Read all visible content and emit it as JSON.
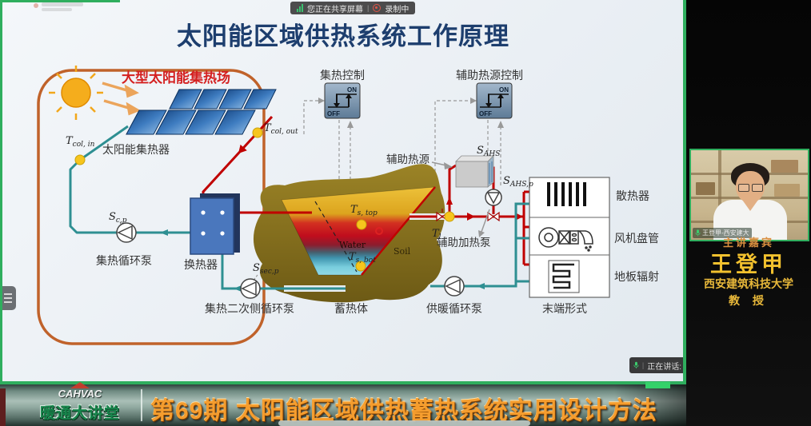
{
  "screen_share": {
    "status_sharing": "您正在共享屏幕",
    "status_recording": "录制中",
    "speaking_indicator": "正在讲话:",
    "divider": "|"
  },
  "slide": {
    "title": "太阳能区域供热系统工作原理",
    "diagram": {
      "solar_field": "大型太阳能集热场",
      "collector": "太阳能集热器",
      "collector_control": "集热控制",
      "aux_control": "辅助热源控制",
      "aux_source": "辅助热源",
      "heat_exchanger": "换热器",
      "collector_pump": "集热循环泵",
      "secondary_pump": "集热二次侧循环泵",
      "storage": "蓄热体",
      "supply_pump": "供暖循环泵",
      "aux_pump": "辅助加热泵",
      "end_forms": "末端形式",
      "radiator": "散热器",
      "fan_coil": "风机盘管",
      "floor_radiant": "地板辐射",
      "water": "Water",
      "soil": "Soil",
      "on": "ON",
      "off": "OFF",
      "sensors": {
        "t_col_in": {
          "main": "T",
          "sub": "col, in"
        },
        "t_col_out": {
          "main": "T",
          "sub": "col, out"
        },
        "t_s_top": {
          "main": "T",
          "sub": "s, top"
        },
        "t_s_bot": {
          "main": "T",
          "sub": "s, bot"
        },
        "t_l": {
          "main": "T",
          "sub": "l"
        },
        "s_cp": {
          "main": "S",
          "sub": "c,p"
        },
        "s_secp": {
          "main": "S",
          "sub": "sec,p"
        },
        "s_ahs": {
          "main": "S",
          "sub": "AHS"
        },
        "s_ahsp": {
          "main": "S",
          "sub": "AHS,p"
        }
      }
    }
  },
  "presenter": {
    "role": "主讲嘉宾",
    "name": "王登甲",
    "affiliation": "西安建筑科技大学",
    "job_title": "教 授",
    "video_name_tag": "王登甲-西安建大"
  },
  "banner": {
    "logo_main": "CAHVAC",
    "logo_sub": "暖通大讲堂",
    "session": "第69期 太阳能区域供热蓄热系统实用设计方法"
  },
  "colors": {
    "title": "#1d3e6e",
    "hot_pipe": "#c00000",
    "cold_pipe": "#2e8f92",
    "field_border": "#c0622a",
    "sensor_dot": "#f6c51d",
    "banner_text": "#f59d2e",
    "name_text": "#f2c12e",
    "share_green": "#2fae5e"
  }
}
